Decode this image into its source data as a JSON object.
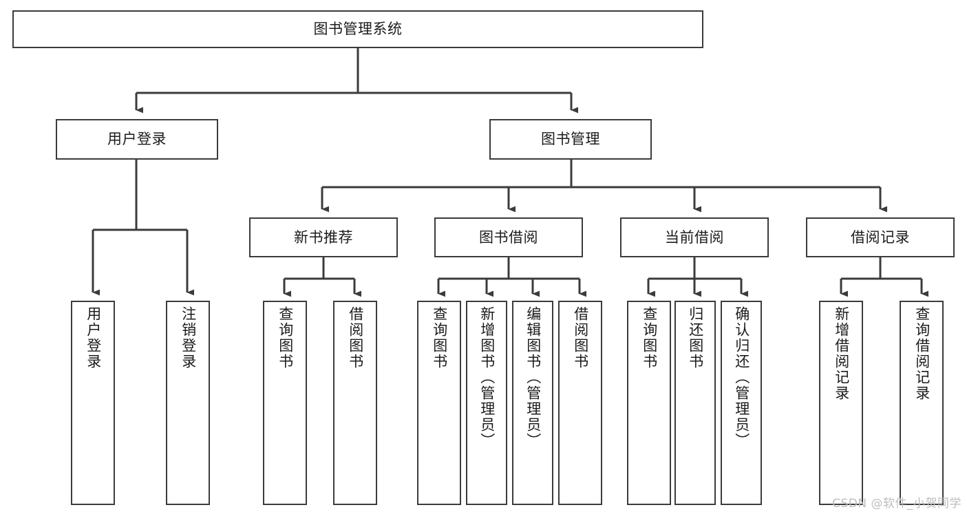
{
  "diagram": {
    "title": "图书管理系统",
    "type": "tree-hierarchy",
    "line_color": "#3b3b3b",
    "box_fill": "#ffffff",
    "text_color": "#1b1b1b",
    "nodes": {
      "root": {
        "label": "图书管理系统"
      },
      "level1": [
        {
          "label": "用户登录"
        },
        {
          "label": "图书管理"
        }
      ],
      "level2": [
        {
          "label": "新书推荐"
        },
        {
          "label": "图书借阅"
        },
        {
          "label": "当前借阅"
        },
        {
          "label": "借阅记录"
        }
      ],
      "leaves": {
        "user_login": [
          {
            "label": "用户登录"
          },
          {
            "label": "注销登录"
          }
        ],
        "new_book_recommend": [
          {
            "label": "查询图书"
          },
          {
            "label": "借阅图书"
          }
        ],
        "book_borrow": [
          {
            "label": "查询图书"
          },
          {
            "label": "新增图书（管理员）"
          },
          {
            "label": "编辑图书（管理员）"
          },
          {
            "label": "借阅图书"
          }
        ],
        "current_borrow": [
          {
            "label": "查询图书"
          },
          {
            "label": "归还图书"
          },
          {
            "label": "确认归还（管理员）"
          }
        ],
        "borrow_record": [
          {
            "label": "新增借阅记录"
          },
          {
            "label": "查询借阅记录"
          }
        ]
      }
    }
  },
  "watermark": {
    "text": "CSDN @软件_小贺同学",
    "color": "#bdbdbd"
  }
}
